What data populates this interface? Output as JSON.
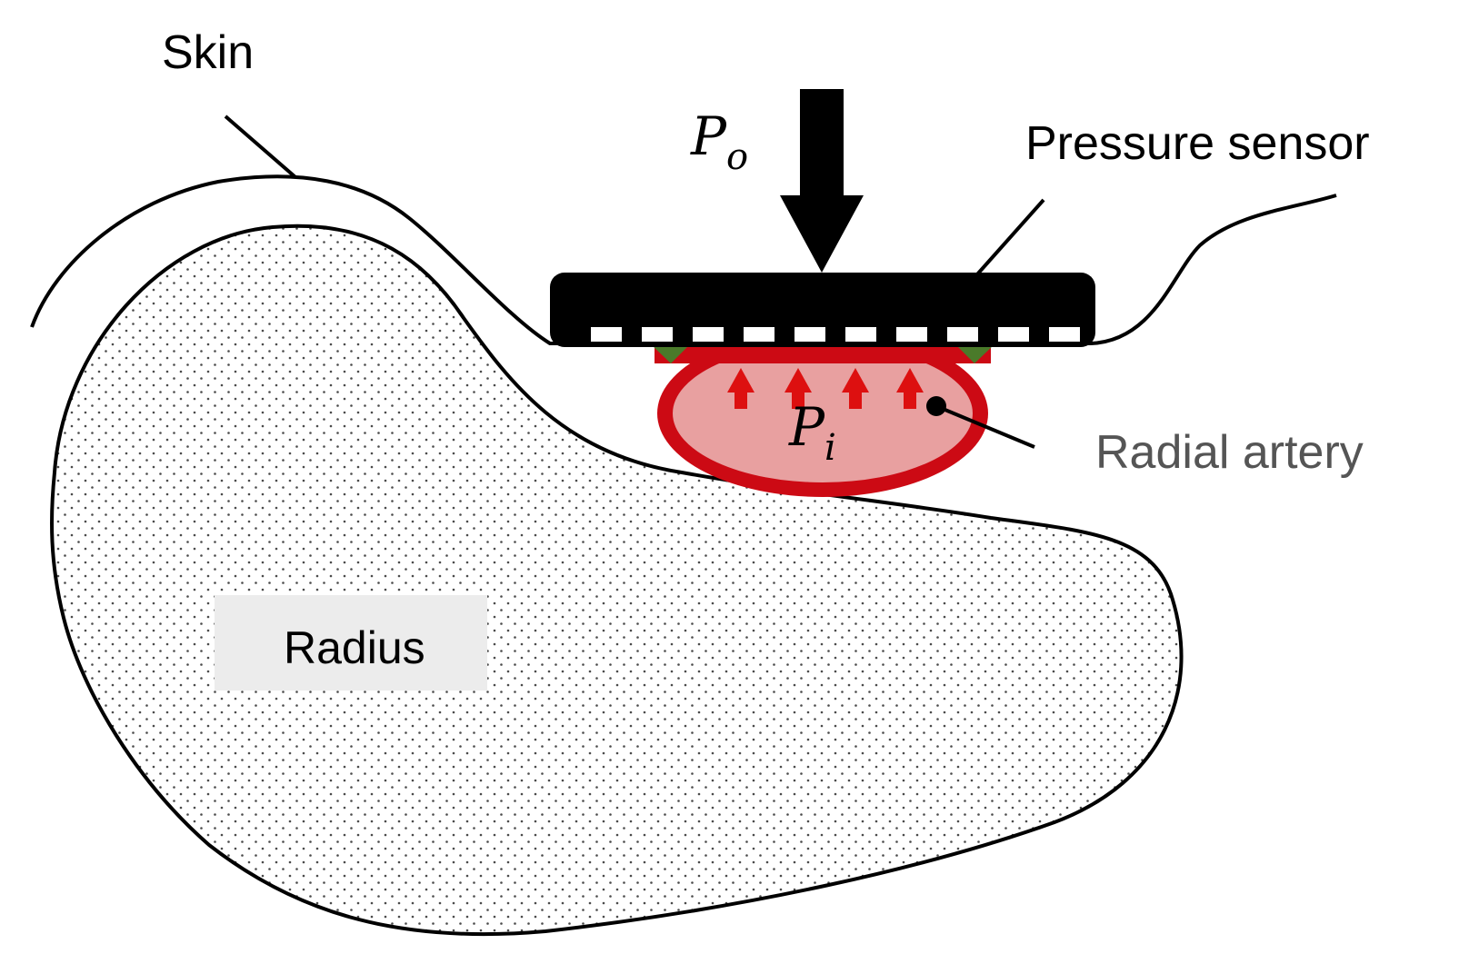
{
  "labels": {
    "skin": "Skin",
    "pressure_sensor": "Pressure sensor",
    "radial_artery": "Radial artery",
    "radius": "Radius"
  },
  "symbols": {
    "outer_pressure": {
      "base": "P",
      "sub": "o"
    },
    "inner_pressure": {
      "base": "P",
      "sub": "i"
    }
  },
  "colors": {
    "outline": "#000000",
    "sensor": "#000000",
    "sensor_elements": "#ffffff",
    "artery_wall": "#cc0a14",
    "artery_lumen": "#e8a0a0",
    "pressure_arrows": "#dd1010",
    "sensor_contact": "#4a7a2a",
    "label_gray": "#555555",
    "bone_fill": "#ffffff",
    "bone_dots": "#4a4a4a",
    "radius_label_bg": "#ececec"
  },
  "icons": {
    "force_arrow": "down-arrow",
    "artery_pressure_arrows": "up-arrows",
    "leader_dot": "filled-circle"
  }
}
